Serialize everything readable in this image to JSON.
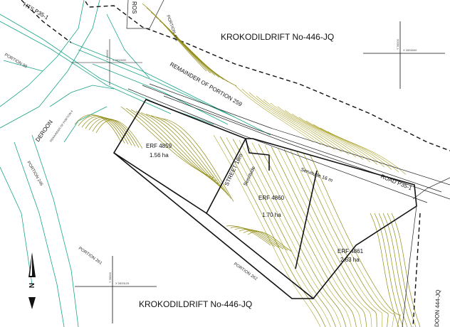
{
  "farm_labels": {
    "top": "KROKODILDRIFT No-446-JQ",
    "bottom": "KROKODILDRIFT No-446-JQ"
  },
  "portion_labels": {
    "remainder_259": "REMAINDER OF PORTION 259",
    "portion_90": "PORTION 90",
    "portion_246": "PORTION 246",
    "portion_261": "PORTION 261",
    "portion_262": "PORTION 262",
    "portion_451": "PORTION 451",
    "remainder_portion_4": "REMAINDER OF PORTION 4"
  },
  "erven": [
    {
      "name": "ERF 4859",
      "area": "1.56 ha"
    },
    {
      "name": "ERF 4860",
      "area": "1.70 ha"
    },
    {
      "name": "ERF 4861",
      "area": "2.63 ha"
    }
  ],
  "road_labels": {
    "street": "STREET 16m",
    "servitude_short": "Servitude",
    "servitude_long": "Servitude 16 m",
    "road_p35_right": "ROAD P35-1",
    "road_p35_top_left": "HTS P35-1",
    "deroon_left": "DEROON",
    "deroon_right": "DOON 444-JQ",
    "top_cut": "ROS"
  },
  "grid_marks": {
    "top_right_y": "Y 30000",
    "top_right_x": "X 2833000",
    "bottom_left_y": "Y 30000",
    "bottom_left_x": "X 2833125",
    "top_left_y": "Y 30000",
    "top_left_x": "X 2833000"
  },
  "north_arrow": {
    "letter": "N"
  },
  "colors": {
    "contour": "#8f8a12",
    "cadastral": "#1aa58a",
    "boundary": "#111111"
  }
}
